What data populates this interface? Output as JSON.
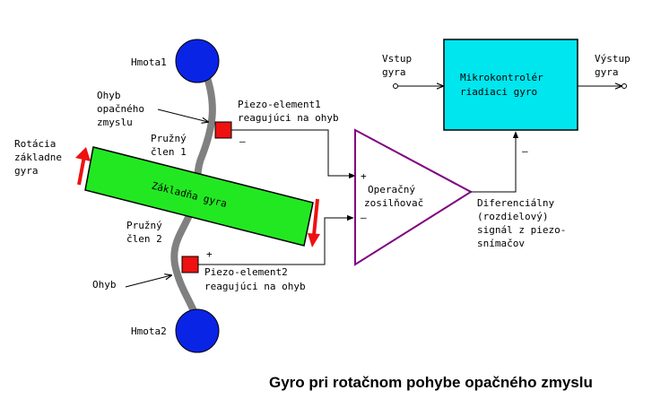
{
  "title": "Gyro pri rotačnom pohybe opačného zmyslu",
  "colors": {
    "mass": "#0a24e6",
    "spring": "#808080",
    "base": "#22e822",
    "piezo": "#ee1111",
    "arrow": "#ee1111",
    "amp_outline": "#800080",
    "mcu_fill": "#00e6ee"
  },
  "labels": {
    "mass1": "Hmota1",
    "mass2": "Hmota2",
    "bend_opposite": [
      "Ohyb",
      "opačného",
      "zmyslu"
    ],
    "spring1": [
      "Pružný",
      "člen 1"
    ],
    "spring2": [
      "Pružný",
      "člen 2"
    ],
    "rotation": [
      "Rotácia",
      "základne",
      "gyra"
    ],
    "base": "Základňa gyra",
    "bend": "Ohyb",
    "piezo1": [
      "Piezo-element1",
      "reagujúci na ohyb"
    ],
    "piezo2": [
      "Piezo-element2",
      "reagujúci na ohyb"
    ],
    "piezo1_sign": "–",
    "piezo2_sign": "+",
    "amp": [
      "Operačný",
      "zosilňovač"
    ],
    "amp_plus": "+",
    "amp_minus": "–",
    "diff_signal": [
      "Diferenciálny",
      "(rozdielový)",
      "signál z piezo-",
      "snímačov"
    ],
    "mcu": [
      "Mikrokontrolér",
      "riadiaci gyro"
    ],
    "mcu_minus": "–",
    "input": [
      "Vstup",
      "gyra"
    ],
    "output": [
      "Výstup",
      "gyra"
    ]
  }
}
